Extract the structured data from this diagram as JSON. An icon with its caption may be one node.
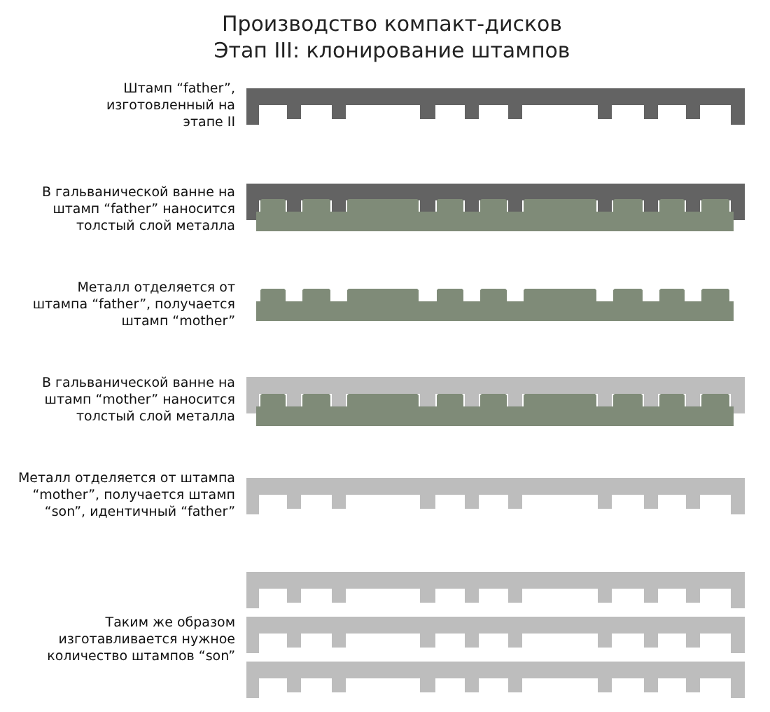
{
  "diagram": {
    "title": "Производство компакт-дисков Этап III: клонирование штампов",
    "labels": [
      "Штамп “father”, изготовленный на этапе II",
      "В гальванической ванне на штамп “father” наносится толстый слой металла",
      "Металл отделяется от штампа “father”, получается штамп “mother”",
      "В гальванической ванне на штамп “mother” наносится толстый слой металла",
      "Металл отделяется от штампа “mother”, получается штамп “son”, идентичный “father”",
      "Таким же образом изготавливается нужное количество штампов “son”"
    ]
  }
}
